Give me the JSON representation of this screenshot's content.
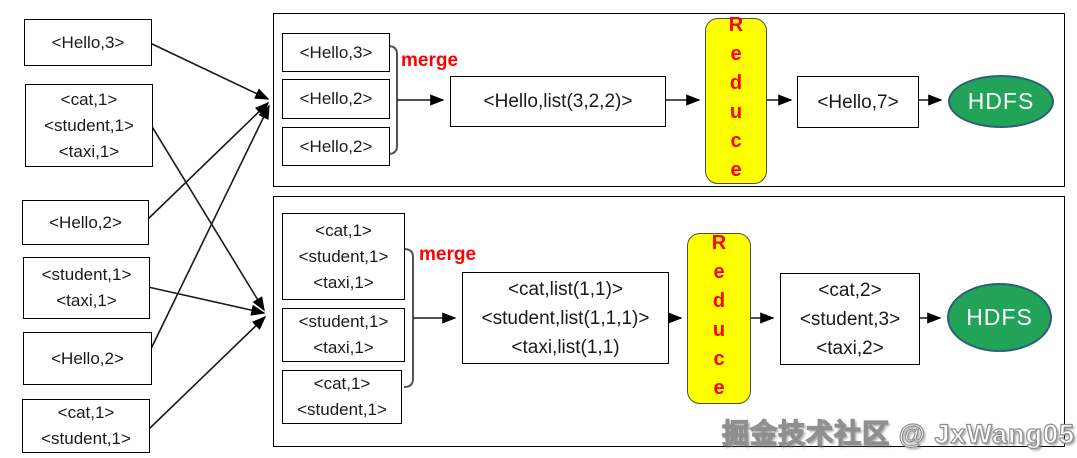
{
  "colors": {
    "merge_label": "#ff0000",
    "reduce_fill": "#ffff00",
    "reduce_text": "#ff0000",
    "reduce_border": "#4d4d4d",
    "hdfs_fill": "#21a457",
    "hdfs_border": "#2e5e7e",
    "hdfs_text": "#ffffff",
    "box_border": "#000000",
    "arrow": "#000000"
  },
  "left_column": {
    "boxes": [
      {
        "lines": [
          "<Hello,3>"
        ]
      },
      {
        "lines": [
          "<cat,1>",
          "<student,1>",
          "<taxi,1>"
        ]
      },
      {
        "lines": [
          "<Hello,2>"
        ]
      },
      {
        "lines": [
          "<student,1>",
          "<taxi,1>"
        ]
      },
      {
        "lines": [
          "<Hello,2>"
        ]
      },
      {
        "lines": [
          "<cat,1>",
          "<student,1>"
        ]
      }
    ]
  },
  "top_panel": {
    "spill_boxes": [
      {
        "lines": [
          "<Hello,3>"
        ]
      },
      {
        "lines": [
          "<Hello,2>"
        ]
      },
      {
        "lines": [
          "<Hello,2>"
        ]
      }
    ],
    "merge_label": "merge",
    "merged_box": {
      "lines": [
        "<Hello,list(3,2,2)>"
      ]
    },
    "reduce_label": "Reduce",
    "output_box": {
      "lines": [
        "<Hello,7>"
      ]
    },
    "sink_label": "HDFS"
  },
  "bottom_panel": {
    "spill_boxes": [
      {
        "lines": [
          "<cat,1>",
          "<student,1>",
          "<taxi,1>"
        ]
      },
      {
        "lines": [
          "<student,1>",
          "<taxi,1>"
        ]
      },
      {
        "lines": [
          "<cat,1>",
          "<student,1>"
        ]
      }
    ],
    "merge_label": "merge",
    "merged_box": {
      "lines": [
        "<cat,list(1,1)>",
        "<student,list(1,1,1)>",
        "<taxi,list(1,1)"
      ]
    },
    "reduce_label": "Reduce",
    "output_box": {
      "lines": [
        "<cat,2>",
        "<student,3>",
        "<taxi,2>"
      ]
    },
    "sink_label": "HDFS"
  },
  "watermark": {
    "text": "掘金技术社区 @ JxWang05"
  }
}
